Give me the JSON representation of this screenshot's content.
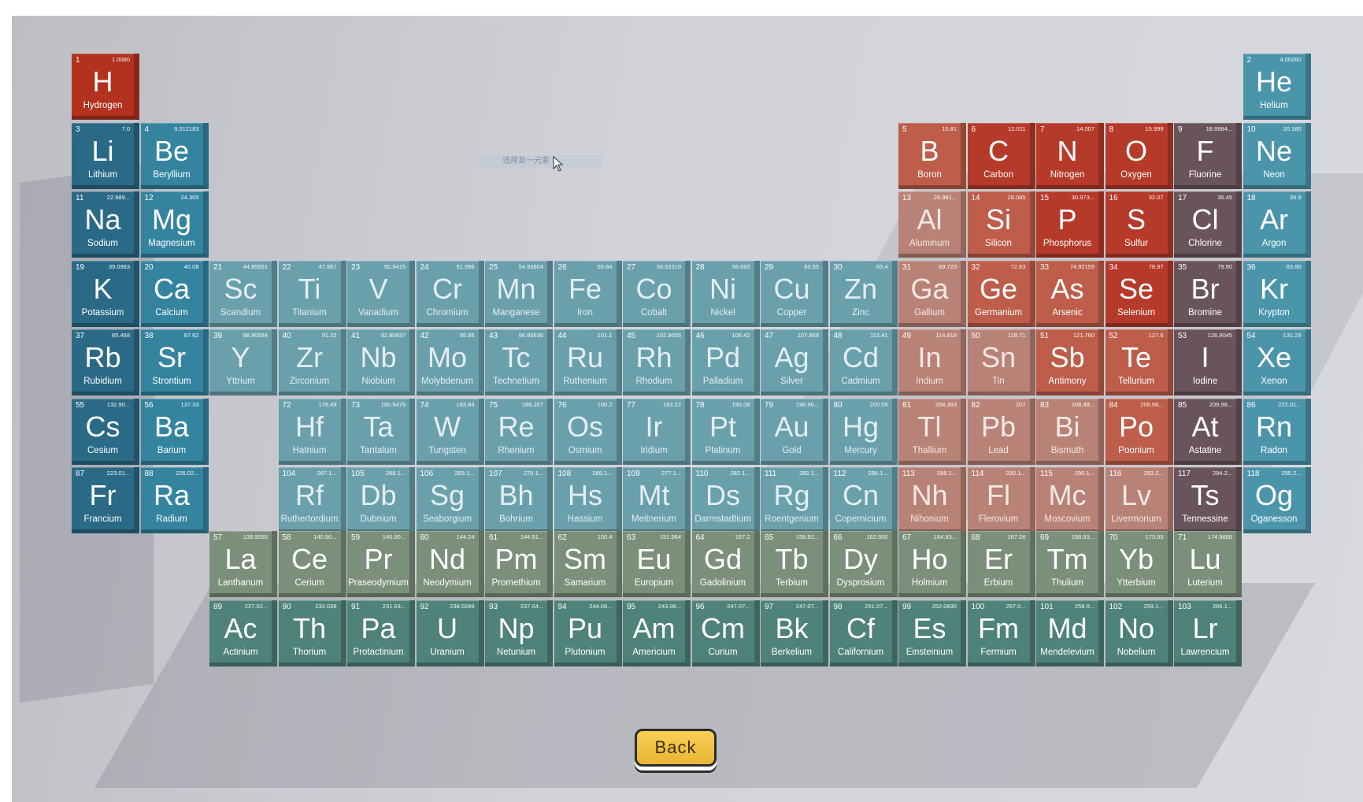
{
  "ui": {
    "back_label": "Back",
    "hover_label": "选择某一元素"
  },
  "palette": {
    "alkali": "#2a6a86",
    "alkaline": "#3484a0",
    "hydrogen": "#b2321f",
    "transition": "#6aa0ac",
    "lanthanide": "#7c8f7a",
    "actinide": "#4f8278",
    "post_transition": "#b98276",
    "metalloid": "#bd5d4a",
    "nonmetal": "#b63a2a",
    "halogen": "#6a545c",
    "noble": "#4b95ab"
  },
  "elements": [
    {
      "n": "1",
      "s": "H",
      "name": "Hydrogen",
      "m": "1.0080",
      "row": 1,
      "col": 1,
      "cat": "hydrogen"
    },
    {
      "n": "2",
      "s": "He",
      "name": "Helium",
      "m": "4.00260",
      "row": 1,
      "col": 18,
      "cat": "noble"
    },
    {
      "n": "3",
      "s": "Li",
      "name": "Lithium",
      "m": "7.0",
      "row": 2,
      "col": 1,
      "cat": "alkali"
    },
    {
      "n": "4",
      "s": "Be",
      "name": "Beryllium",
      "m": "9.012183",
      "row": 2,
      "col": 2,
      "cat": "alkaline"
    },
    {
      "n": "5",
      "s": "B",
      "name": "Boron",
      "m": "10.81",
      "row": 2,
      "col": 13,
      "cat": "metalloid"
    },
    {
      "n": "6",
      "s": "C",
      "name": "Carbon",
      "m": "12.011",
      "row": 2,
      "col": 14,
      "cat": "nonmetal"
    },
    {
      "n": "7",
      "s": "N",
      "name": "Nitrogen",
      "m": "14.007",
      "row": 2,
      "col": 15,
      "cat": "nonmetal"
    },
    {
      "n": "8",
      "s": "O",
      "name": "Oxygen",
      "m": "15.999",
      "row": 2,
      "col": 16,
      "cat": "nonmetal"
    },
    {
      "n": "9",
      "s": "F",
      "name": "Fluorine",
      "m": "18.9984...",
      "row": 2,
      "col": 17,
      "cat": "halogen"
    },
    {
      "n": "10",
      "s": "Ne",
      "name": "Neon",
      "m": "20.180",
      "row": 2,
      "col": 18,
      "cat": "noble"
    },
    {
      "n": "11",
      "s": "Na",
      "name": "Sodium",
      "m": "22.989...",
      "row": 3,
      "col": 1,
      "cat": "alkali"
    },
    {
      "n": "12",
      "s": "Mg",
      "name": "Magnesium",
      "m": "24.305",
      "row": 3,
      "col": 2,
      "cat": "alkaline"
    },
    {
      "n": "13",
      "s": "Al",
      "name": "Aluminum",
      "m": "26.981...",
      "row": 3,
      "col": 13,
      "cat": "post_transition",
      "faded": true
    },
    {
      "n": "14",
      "s": "Si",
      "name": "Silicon",
      "m": "28.085",
      "row": 3,
      "col": 14,
      "cat": "metalloid"
    },
    {
      "n": "15",
      "s": "P",
      "name": "Phosphorus",
      "m": "30.973...",
      "row": 3,
      "col": 15,
      "cat": "nonmetal"
    },
    {
      "n": "16",
      "s": "S",
      "name": "Sulfur",
      "m": "32.07",
      "row": 3,
      "col": 16,
      "cat": "nonmetal"
    },
    {
      "n": "17",
      "s": "Cl",
      "name": "Chlorine",
      "m": "35.45",
      "row": 3,
      "col": 17,
      "cat": "halogen"
    },
    {
      "n": "18",
      "s": "Ar",
      "name": "Argon",
      "m": "39.9",
      "row": 3,
      "col": 18,
      "cat": "noble"
    },
    {
      "n": "19",
      "s": "K",
      "name": "Potassium",
      "m": "39.0983",
      "row": 4,
      "col": 1,
      "cat": "alkali"
    },
    {
      "n": "20",
      "s": "Ca",
      "name": "Calcium",
      "m": "40.08",
      "row": 4,
      "col": 2,
      "cat": "alkaline"
    },
    {
      "n": "21",
      "s": "Sc",
      "name": "Scandium",
      "m": "44.95591",
      "row": 4,
      "col": 3,
      "cat": "transition",
      "faded": true
    },
    {
      "n": "22",
      "s": "Ti",
      "name": "Titanium",
      "m": "47.867",
      "row": 4,
      "col": 4,
      "cat": "transition",
      "faded": true
    },
    {
      "n": "23",
      "s": "V",
      "name": "Vanadium",
      "m": "50.9415",
      "row": 4,
      "col": 5,
      "cat": "transition",
      "faded": true
    },
    {
      "n": "24",
      "s": "Cr",
      "name": "Chromium",
      "m": "51.996",
      "row": 4,
      "col": 6,
      "cat": "transition",
      "faded": true
    },
    {
      "n": "25",
      "s": "Mn",
      "name": "Manganese",
      "m": "54.93804",
      "row": 4,
      "col": 7,
      "cat": "transition",
      "faded": true
    },
    {
      "n": "26",
      "s": "Fe",
      "name": "Iron",
      "m": "55.84",
      "row": 4,
      "col": 8,
      "cat": "transition",
      "faded": true
    },
    {
      "n": "27",
      "s": "Co",
      "name": "Cobalt",
      "m": "58.93319",
      "row": 4,
      "col": 9,
      "cat": "transition",
      "faded": true
    },
    {
      "n": "28",
      "s": "Ni",
      "name": "Nickel",
      "m": "58.693",
      "row": 4,
      "col": 10,
      "cat": "transition",
      "faded": true
    },
    {
      "n": "29",
      "s": "Cu",
      "name": "Copper",
      "m": "63.55",
      "row": 4,
      "col": 11,
      "cat": "transition",
      "faded": true
    },
    {
      "n": "30",
      "s": "Zn",
      "name": "Zinc",
      "m": "65.4",
      "row": 4,
      "col": 12,
      "cat": "transition",
      "faded": true
    },
    {
      "n": "31",
      "s": "Ga",
      "name": "Gallium",
      "m": "69.723",
      "row": 4,
      "col": 13,
      "cat": "post_transition",
      "faded": true
    },
    {
      "n": "32",
      "s": "Ge",
      "name": "Germanium",
      "m": "72.63",
      "row": 4,
      "col": 14,
      "cat": "metalloid"
    },
    {
      "n": "33",
      "s": "As",
      "name": "Arsenic",
      "m": "74.92159",
      "row": 4,
      "col": 15,
      "cat": "metalloid"
    },
    {
      "n": "34",
      "s": "Se",
      "name": "Selenium",
      "m": "78.97",
      "row": 4,
      "col": 16,
      "cat": "nonmetal"
    },
    {
      "n": "35",
      "s": "Br",
      "name": "Bromine",
      "m": "79.90",
      "row": 4,
      "col": 17,
      "cat": "halogen"
    },
    {
      "n": "36",
      "s": "Kr",
      "name": "Krypton",
      "m": "83.80",
      "row": 4,
      "col": 18,
      "cat": "noble"
    },
    {
      "n": "37",
      "s": "Rb",
      "name": "Rubidium",
      "m": "85.468",
      "row": 5,
      "col": 1,
      "cat": "alkali"
    },
    {
      "n": "38",
      "s": "Sr",
      "name": "Strontium",
      "m": "87.62",
      "row": 5,
      "col": 2,
      "cat": "alkaline"
    },
    {
      "n": "39",
      "s": "Y",
      "name": "Yttrium",
      "m": "88.90584",
      "row": 5,
      "col": 3,
      "cat": "transition",
      "faded": true
    },
    {
      "n": "40",
      "s": "Zr",
      "name": "Zirconium",
      "m": "91.22",
      "row": 5,
      "col": 4,
      "cat": "transition",
      "faded": true
    },
    {
      "n": "41",
      "s": "Nb",
      "name": "Niobium",
      "m": "92.90637",
      "row": 5,
      "col": 5,
      "cat": "transition",
      "faded": true
    },
    {
      "n": "42",
      "s": "Mo",
      "name": "Molybdenum",
      "m": "95.95",
      "row": 5,
      "col": 6,
      "cat": "transition",
      "faded": true
    },
    {
      "n": "43",
      "s": "Tc",
      "name": "Technetium",
      "m": "96.90636",
      "row": 5,
      "col": 7,
      "cat": "transition",
      "faded": true
    },
    {
      "n": "44",
      "s": "Ru",
      "name": "Ruthenium",
      "m": "101.1",
      "row": 5,
      "col": 8,
      "cat": "transition",
      "faded": true
    },
    {
      "n": "45",
      "s": "Rh",
      "name": "Rhodium",
      "m": "102.9055",
      "row": 5,
      "col": 9,
      "cat": "transition",
      "faded": true
    },
    {
      "n": "46",
      "s": "Pd",
      "name": "Palladium",
      "m": "106.42",
      "row": 5,
      "col": 10,
      "cat": "transition",
      "faded": true
    },
    {
      "n": "47",
      "s": "Ag",
      "name": "Silver",
      "m": "107.868",
      "row": 5,
      "col": 11,
      "cat": "transition",
      "faded": true
    },
    {
      "n": "48",
      "s": "Cd",
      "name": "Cadmium",
      "m": "112.41",
      "row": 5,
      "col": 12,
      "cat": "transition",
      "faded": true
    },
    {
      "n": "49",
      "s": "In",
      "name": "Indium",
      "m": "114.818",
      "row": 5,
      "col": 13,
      "cat": "post_transition",
      "faded": true
    },
    {
      "n": "50",
      "s": "Sn",
      "name": "Tin",
      "m": "118.71",
      "row": 5,
      "col": 14,
      "cat": "post_transition",
      "faded": true
    },
    {
      "n": "51",
      "s": "Sb",
      "name": "Antimony",
      "m": "121.760",
      "row": 5,
      "col": 15,
      "cat": "metalloid"
    },
    {
      "n": "52",
      "s": "Te",
      "name": "Tellurium",
      "m": "127.6",
      "row": 5,
      "col": 16,
      "cat": "metalloid"
    },
    {
      "n": "53",
      "s": "I",
      "name": "Iodine",
      "m": "126.9045",
      "row": 5,
      "col": 17,
      "cat": "halogen"
    },
    {
      "n": "54",
      "s": "Xe",
      "name": "Xenon",
      "m": "131.29",
      "row": 5,
      "col": 18,
      "cat": "noble"
    },
    {
      "n": "55",
      "s": "Cs",
      "name": "Cesium",
      "m": "132.90...",
      "row": 6,
      "col": 1,
      "cat": "alkali"
    },
    {
      "n": "56",
      "s": "Ba",
      "name": "Barium",
      "m": "137.33",
      "row": 6,
      "col": 2,
      "cat": "alkaline"
    },
    {
      "n": "72",
      "s": "Hf",
      "name": "Hatnium",
      "m": "178.49",
      "row": 6,
      "col": 4,
      "cat": "transition",
      "faded": true
    },
    {
      "n": "73",
      "s": "Ta",
      "name": "Tantalum",
      "m": "180.9479",
      "row": 6,
      "col": 5,
      "cat": "transition",
      "faded": true
    },
    {
      "n": "74",
      "s": "W",
      "name": "Tungsten",
      "m": "183.84",
      "row": 6,
      "col": 6,
      "cat": "transition",
      "faded": true
    },
    {
      "n": "75",
      "s": "Re",
      "name": "Rhenium",
      "m": "186.207",
      "row": 6,
      "col": 7,
      "cat": "transition",
      "faded": true
    },
    {
      "n": "76",
      "s": "Os",
      "name": "Osmium",
      "m": "190.2",
      "row": 6,
      "col": 8,
      "cat": "transition",
      "faded": true
    },
    {
      "n": "77",
      "s": "Ir",
      "name": "Iridium",
      "m": "192.22",
      "row": 6,
      "col": 9,
      "cat": "transition",
      "faded": true
    },
    {
      "n": "78",
      "s": "Pt",
      "name": "Platinum",
      "m": "195.08",
      "row": 6,
      "col": 10,
      "cat": "transition",
      "faded": true
    },
    {
      "n": "79",
      "s": "Au",
      "name": "Gold",
      "m": "196.96...",
      "row": 6,
      "col": 11,
      "cat": "transition",
      "faded": true
    },
    {
      "n": "80",
      "s": "Hg",
      "name": "Mercury",
      "m": "200.59",
      "row": 6,
      "col": 12,
      "cat": "transition",
      "faded": true
    },
    {
      "n": "81",
      "s": "Tl",
      "name": "Thallium",
      "m": "204.383",
      "row": 6,
      "col": 13,
      "cat": "post_transition",
      "faded": true
    },
    {
      "n": "82",
      "s": "Pb",
      "name": "Lead",
      "m": "207",
      "row": 6,
      "col": 14,
      "cat": "post_transition",
      "faded": true
    },
    {
      "n": "83",
      "s": "Bi",
      "name": "Bismuth",
      "m": "208.98...",
      "row": 6,
      "col": 15,
      "cat": "post_transition",
      "faded": true
    },
    {
      "n": "84",
      "s": "Po",
      "name": "Poonium",
      "m": "208.98...",
      "row": 6,
      "col": 16,
      "cat": "metalloid"
    },
    {
      "n": "85",
      "s": "At",
      "name": "Astatine",
      "m": "209.98...",
      "row": 6,
      "col": 17,
      "cat": "halogen"
    },
    {
      "n": "86",
      "s": "Rn",
      "name": "Radon",
      "m": "222.01...",
      "row": 6,
      "col": 18,
      "cat": "noble"
    },
    {
      "n": "87",
      "s": "Fr",
      "name": "Francium",
      "m": "223.01...",
      "row": 7,
      "col": 1,
      "cat": "alkali"
    },
    {
      "n": "88",
      "s": "Ra",
      "name": "Radium",
      "m": "226.02...",
      "row": 7,
      "col": 2,
      "cat": "alkaline"
    },
    {
      "n": "104",
      "s": "Rf",
      "name": "Ruthertordium",
      "m": "267.1...",
      "row": 7,
      "col": 4,
      "cat": "transition",
      "faded": true
    },
    {
      "n": "105",
      "s": "Db",
      "name": "Dubnium",
      "m": "268.1...",
      "row": 7,
      "col": 5,
      "cat": "transition",
      "faded": true
    },
    {
      "n": "106",
      "s": "Sg",
      "name": "Seaborgium",
      "m": "269.1...",
      "row": 7,
      "col": 6,
      "cat": "transition",
      "faded": true
    },
    {
      "n": "107",
      "s": "Bh",
      "name": "Bohrium",
      "m": "270.1...",
      "row": 7,
      "col": 7,
      "cat": "transition",
      "faded": true
    },
    {
      "n": "108",
      "s": "Hs",
      "name": "Hassium",
      "m": "269.1...",
      "row": 7,
      "col": 8,
      "cat": "transition",
      "faded": true
    },
    {
      "n": "109",
      "s": "Mt",
      "name": "Meitnerium",
      "m": "277.1...",
      "row": 7,
      "col": 9,
      "cat": "transition",
      "faded": true
    },
    {
      "n": "110",
      "s": "Ds",
      "name": "Darmstadtium",
      "m": "282.1...",
      "row": 7,
      "col": 10,
      "cat": "transition",
      "faded": true
    },
    {
      "n": "111",
      "s": "Rg",
      "name": "Roentgenium",
      "m": "282.1...",
      "row": 7,
      "col": 11,
      "cat": "transition",
      "faded": true
    },
    {
      "n": "112",
      "s": "Cn",
      "name": "Copernicium",
      "m": "286.1...",
      "row": 7,
      "col": 12,
      "cat": "transition",
      "faded": true
    },
    {
      "n": "113",
      "s": "Nh",
      "name": "Nihonium",
      "m": "286.1...",
      "row": 7,
      "col": 13,
      "cat": "post_transition",
      "faded": true
    },
    {
      "n": "114",
      "s": "Fl",
      "name": "Flerovium",
      "m": "290.1...",
      "row": 7,
      "col": 14,
      "cat": "post_transition",
      "faded": true
    },
    {
      "n": "115",
      "s": "Mc",
      "name": "Moscovium",
      "m": "290.1...",
      "row": 7,
      "col": 15,
      "cat": "post_transition",
      "faded": true
    },
    {
      "n": "116",
      "s": "Lv",
      "name": "Livermorium",
      "m": "293.2...",
      "row": 7,
      "col": 16,
      "cat": "post_transition",
      "faded": true
    },
    {
      "n": "117",
      "s": "Ts",
      "name": "Tennessine",
      "m": "294.2...",
      "row": 7,
      "col": 17,
      "cat": "halogen"
    },
    {
      "n": "118",
      "s": "Og",
      "name": "Oganesson",
      "m": "295.2...",
      "row": 7,
      "col": 18,
      "cat": "noble"
    },
    {
      "n": "57",
      "s": "La",
      "name": "Lanthanum",
      "m": "138.9055",
      "row": 8,
      "col": 3,
      "cat": "lanthanide"
    },
    {
      "n": "58",
      "s": "Ce",
      "name": "Cerium",
      "m": "140.90...",
      "row": 8,
      "col": 4,
      "cat": "lanthanide"
    },
    {
      "n": "59",
      "s": "Pr",
      "name": "Praseodymium",
      "m": "140.90...",
      "row": 8,
      "col": 5,
      "cat": "lanthanide"
    },
    {
      "n": "60",
      "s": "Nd",
      "name": "Neodymium",
      "m": "144.24",
      "row": 8,
      "col": 6,
      "cat": "lanthanide"
    },
    {
      "n": "61",
      "s": "Pm",
      "name": "Promethium",
      "m": "144.91...",
      "row": 8,
      "col": 7,
      "cat": "lanthanide"
    },
    {
      "n": "62",
      "s": "Sm",
      "name": "Samarium",
      "m": "150.4",
      "row": 8,
      "col": 8,
      "cat": "lanthanide"
    },
    {
      "n": "63",
      "s": "Eu",
      "name": "Europium",
      "m": "151.964",
      "row": 8,
      "col": 9,
      "cat": "lanthanide"
    },
    {
      "n": "64",
      "s": "Gd",
      "name": "Gadolinium",
      "m": "157.2",
      "row": 8,
      "col": 10,
      "cat": "lanthanide"
    },
    {
      "n": "65",
      "s": "Tb",
      "name": "Terbium",
      "m": "158.92...",
      "row": 8,
      "col": 11,
      "cat": "lanthanide"
    },
    {
      "n": "66",
      "s": "Dy",
      "name": "Dysprosium",
      "m": "162.500",
      "row": 8,
      "col": 12,
      "cat": "lanthanide"
    },
    {
      "n": "67",
      "s": "Ho",
      "name": "Holmium",
      "m": "164.93...",
      "row": 8,
      "col": 13,
      "cat": "lanthanide"
    },
    {
      "n": "68",
      "s": "Er",
      "name": "Erbium",
      "m": "167.26",
      "row": 8,
      "col": 14,
      "cat": "lanthanide"
    },
    {
      "n": "69",
      "s": "Tm",
      "name": "Thulium",
      "m": "168.93...",
      "row": 8,
      "col": 15,
      "cat": "lanthanide"
    },
    {
      "n": "70",
      "s": "Yb",
      "name": "Ytterbium",
      "m": "173.05",
      "row": 8,
      "col": 16,
      "cat": "lanthanide"
    },
    {
      "n": "71",
      "s": "Lu",
      "name": "Luterium",
      "m": "174.9668",
      "row": 8,
      "col": 17,
      "cat": "lanthanide"
    },
    {
      "n": "89",
      "s": "Ac",
      "name": "Actinium",
      "m": "227.02...",
      "row": 9,
      "col": 3,
      "cat": "actinide"
    },
    {
      "n": "90",
      "s": "Th",
      "name": "Thorium",
      "m": "232.038",
      "row": 9,
      "col": 4,
      "cat": "actinide"
    },
    {
      "n": "91",
      "s": "Pa",
      "name": "Protactinium",
      "m": "231.03...",
      "row": 9,
      "col": 5,
      "cat": "actinide"
    },
    {
      "n": "92",
      "s": "U",
      "name": "Uranium",
      "m": "238.0289",
      "row": 9,
      "col": 6,
      "cat": "actinide"
    },
    {
      "n": "93",
      "s": "Np",
      "name": "Netunium",
      "m": "237.04...",
      "row": 9,
      "col": 7,
      "cat": "actinide"
    },
    {
      "n": "94",
      "s": "Pu",
      "name": "Plutonium",
      "m": "244.06...",
      "row": 9,
      "col": 8,
      "cat": "actinide"
    },
    {
      "n": "95",
      "s": "Am",
      "name": "Americium",
      "m": "243.06...",
      "row": 9,
      "col": 9,
      "cat": "actinide"
    },
    {
      "n": "96",
      "s": "Cm",
      "name": "Curium",
      "m": "247.07...",
      "row": 9,
      "col": 10,
      "cat": "actinide"
    },
    {
      "n": "97",
      "s": "Bk",
      "name": "Berkelium",
      "m": "247.07...",
      "row": 9,
      "col": 11,
      "cat": "actinide"
    },
    {
      "n": "98",
      "s": "Cf",
      "name": "Californium",
      "m": "251.07...",
      "row": 9,
      "col": 12,
      "cat": "actinide"
    },
    {
      "n": "99",
      "s": "Es",
      "name": "Einsteinium",
      "m": "252.0830",
      "row": 9,
      "col": 13,
      "cat": "actinide"
    },
    {
      "n": "100",
      "s": "Fm",
      "name": "Fermium",
      "m": "257.0...",
      "row": 9,
      "col": 14,
      "cat": "actinide"
    },
    {
      "n": "101",
      "s": "Md",
      "name": "Mendelevium",
      "m": "258.0...",
      "row": 9,
      "col": 15,
      "cat": "actinide"
    },
    {
      "n": "102",
      "s": "No",
      "name": "Nobelium",
      "m": "259.1...",
      "row": 9,
      "col": 16,
      "cat": "actinide"
    },
    {
      "n": "103",
      "s": "Lr",
      "name": "Lawrencium",
      "m": "266.1...",
      "row": 9,
      "col": 17,
      "cat": "actinide"
    }
  ]
}
